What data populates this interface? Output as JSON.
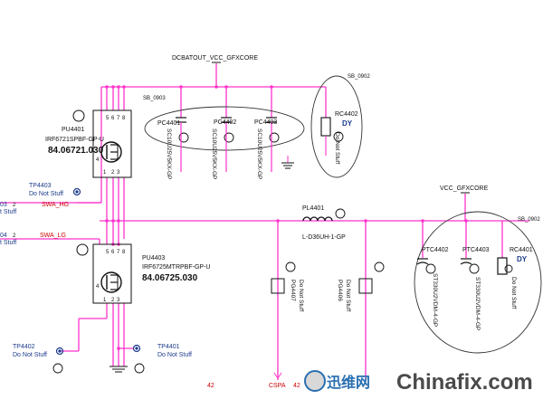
{
  "nets": {
    "dcbatout": "DCBATOUT_VCC_GFXCORE",
    "vcc_gfx": "VCC_GFXCORE",
    "swa_hg": "SWA_HG",
    "swa_lg": "SWA_LG",
    "cspa": "CSPA",
    "num_42_left": "42",
    "num_42_right": "42",
    "left_03": "03",
    "left_04": "04",
    "left_stuff_a": "t Stuff",
    "left_stuff_b": "t Stuff",
    "pin2_a": "2",
    "pin2_b": "2"
  },
  "groups": {
    "sb_0903": "SB_0903",
    "sb_0902_top": "SB_0902",
    "sb_0902_right": "SB_0902"
  },
  "components": {
    "pu4401": {
      "ref": "PU4401",
      "part": "IRF6721SPBF-GP-U",
      "code": "84.06721.030",
      "pins": [
        "5",
        "6",
        "7",
        "8",
        "1",
        "2",
        "3",
        "4"
      ]
    },
    "pu4403": {
      "ref": "PU4403",
      "part": "IRF6725MTRPBF-GP-U",
      "code": "84.06725.030",
      "pins": [
        "5",
        "6",
        "7",
        "8",
        "1",
        "2",
        "3",
        "4"
      ]
    },
    "pc4401": {
      "ref": "PC4401",
      "value": "SC10U25V5KX-GP"
    },
    "pc4402": {
      "ref": "PC4402",
      "value": "SC10U25V5KX-GP"
    },
    "pc4403": {
      "ref": "PC4403",
      "value": "SC10U25V5KX-GP"
    },
    "rc4402": {
      "ref": "RC4402",
      "note": "DY",
      "value": "Do Not Stuff"
    },
    "rc4401": {
      "ref": "RC4401",
      "note": "DY",
      "value": "Do Not Stuff"
    },
    "pl4401": {
      "ref": "PL4401",
      "value": "L-D36UH-1-GP"
    },
    "pg4407": {
      "ref": "PG4407",
      "value": "Do Not Stuff"
    },
    "pg4406": {
      "ref": "PG4406",
      "value": "Do Not Stuff"
    },
    "ptc4402": {
      "ref": "PTC4402",
      "value": "ST330U2VDM-4-GP"
    },
    "ptc4403": {
      "ref": "PTC4403",
      "value": "ST330U2VDM-4-GP"
    },
    "tp4403": {
      "ref": "TP4403",
      "value": "Do Not Stuff"
    },
    "tp4402": {
      "ref": "TP4402",
      "value": "Do Not Stuff"
    },
    "tp4401": {
      "ref": "TP4401",
      "value": "Do Not Stuff"
    }
  },
  "watermark": {
    "cn": "迅维网",
    "en": "Chinafix.com"
  },
  "colors": {
    "wire": "#ff33cc",
    "ink": "#111111",
    "net_label": "#cc0000",
    "text_blue": "#1a3a8a",
    "watermark_blue": "#2a6fb0"
  }
}
